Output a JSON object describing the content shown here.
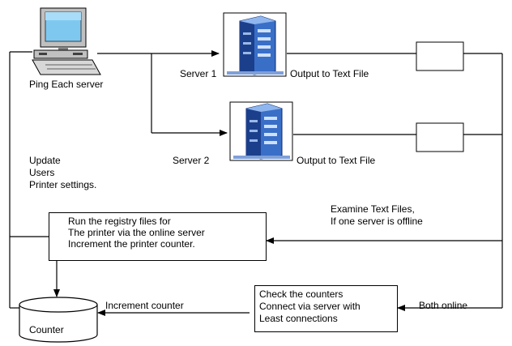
{
  "nodes": {
    "client": {
      "label": "Ping Each server"
    },
    "server1": {
      "label": "Server  1",
      "output": "Output to Text File"
    },
    "server2": {
      "label": "Server 2",
      "output": "Output to Text File"
    },
    "update_note": {
      "lines": [
        "Update",
        "Users",
        "Printer settings."
      ]
    },
    "examine_note": {
      "lines": [
        "Examine Text Files,",
        "If one server is offline"
      ]
    },
    "registry_box": {
      "lines": [
        "Run the registry files for",
        "The printer via the online server",
        "Increment the printer counter."
      ]
    },
    "check_box": {
      "lines": [
        "Check the counters",
        "Connect via server with",
        "Least connections"
      ]
    },
    "counter": {
      "label": "Counter"
    }
  },
  "edges": {
    "both_online": "Both online",
    "increment_counter": "Increment counter"
  }
}
